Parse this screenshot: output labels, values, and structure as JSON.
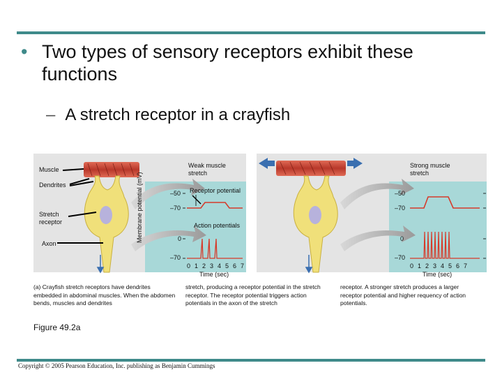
{
  "slide": {
    "bullet_char": "•",
    "title": "Two types of sensory receptors exhibit these functions",
    "sub_dash": "–",
    "subtitle": "A stretch receptor in a crayfish"
  },
  "figure": {
    "muscle": "Muscle",
    "dendrites": "Dendrites",
    "stretch_receptor": "Stretch receptor",
    "axon": "Axon",
    "weak_stretch": "Weak muscle stretch",
    "strong_stretch": "Strong muscle stretch",
    "receptor_potential": "Receptor potential",
    "action_potentials": "Action potentials",
    "y_axis": "Membrane potential (mV)",
    "tick_m50": "–50",
    "tick_m70": "–70",
    "tick_0": "0",
    "time_ticks": [
      "0",
      "1",
      "2",
      "3",
      "4",
      "5",
      "6",
      "7"
    ],
    "time_label": "Time (sec)"
  },
  "captions": {
    "col1": "(a) Crayfish stretch receptors have dendrites embedded in abdominal muscles. When the abdomen bends, muscles and dendrites",
    "col2": "stretch, producing a receptor potential in the stretch receptor. The receptor potential triggers action potentials in the axon of the stretch",
    "col3": "receptor. A stronger stretch produces a larger receptor potential and higher requency of action potentials."
  },
  "figure_label": "Figure 49.2a",
  "copyright": "Copyright © 2005 Pearson Education, Inc. publishing as Benjamin Cummings",
  "colors": {
    "accent": "#3f8a8a",
    "panel": "#a8d8d8",
    "neuron": "#f0e07a",
    "muscle": "#c24a3a",
    "arrow": "#3a6fb0",
    "trace": "#d63a2a"
  }
}
